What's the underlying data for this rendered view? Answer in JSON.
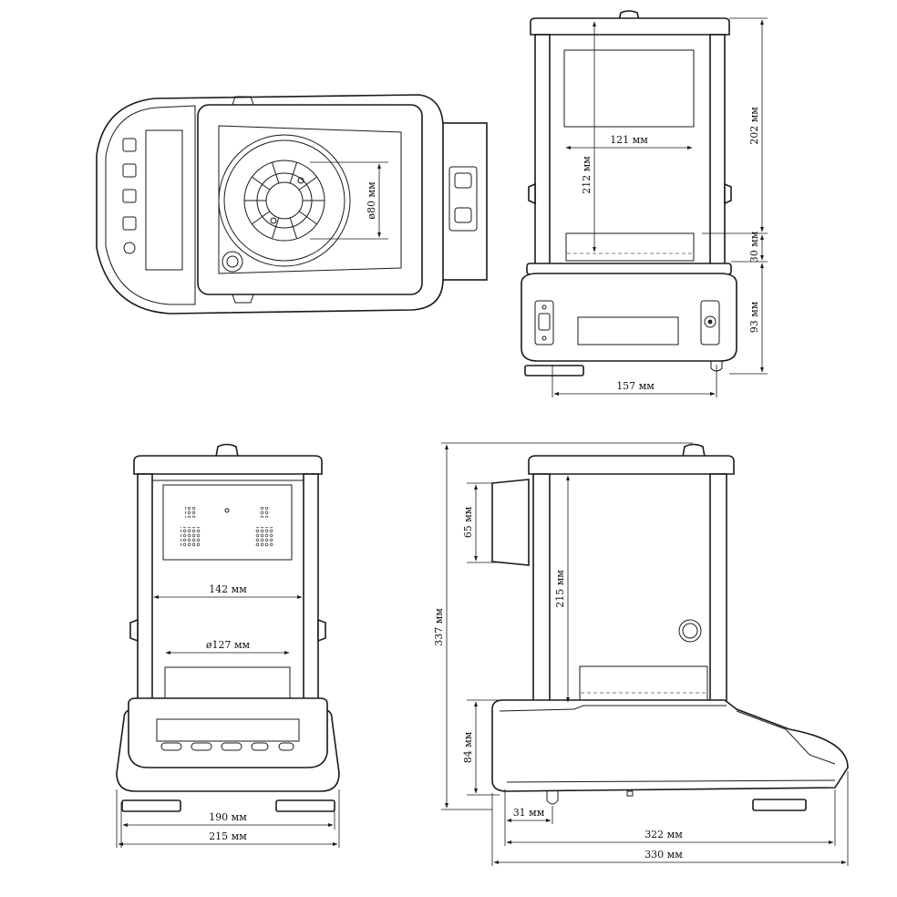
{
  "dimensions": {
    "top_fan_diameter": "ø80 мм",
    "front_window_width": "121 мм",
    "front_chamber_height": "212 мм",
    "front_total_height": "202 мм",
    "front_pan_gap": "30 мм",
    "front_base_height": "93 мм",
    "front_base_width": "157 мм",
    "back_window_width": "142 мм",
    "back_pan_diameter": "ø127 мм",
    "back_feet_width": "190 мм",
    "back_total_width": "215 мм",
    "side_total_height": "337 мм",
    "side_display_height": "65 мм",
    "side_chamber_height": "215 мм",
    "side_base_height": "84 мм",
    "side_front_offset": "31 мм",
    "side_depth_inner": "322 мм",
    "side_depth_total": "330 мм"
  }
}
